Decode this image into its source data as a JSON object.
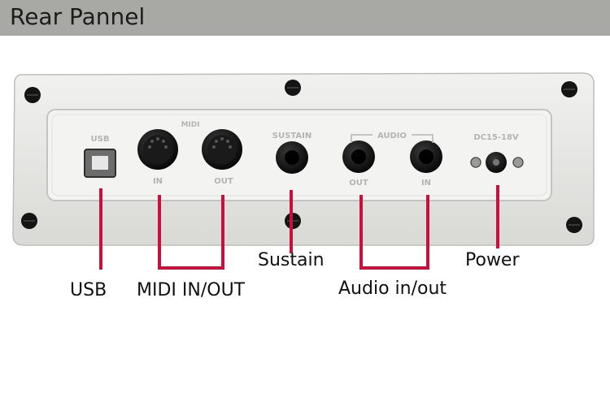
{
  "header": {
    "title": "Rear Pannel"
  },
  "panel": {
    "silkscreen": {
      "usb": "USB",
      "midi": "MIDI",
      "midi_in": "IN",
      "midi_out": "OUT",
      "sustain": "SUSTAIN",
      "audio": "AUDIO",
      "audio_out": "OUT",
      "audio_in": "IN",
      "power": "DC15-18V"
    }
  },
  "callouts": {
    "usb": "USB",
    "midi": "MIDI IN/OUT",
    "sustain": "Sustain",
    "audio": "Audio in/out",
    "power": "Power"
  },
  "colors": {
    "accent": "#c8103c",
    "header_bg": "#a8a8a4",
    "panel": "#ececea"
  }
}
